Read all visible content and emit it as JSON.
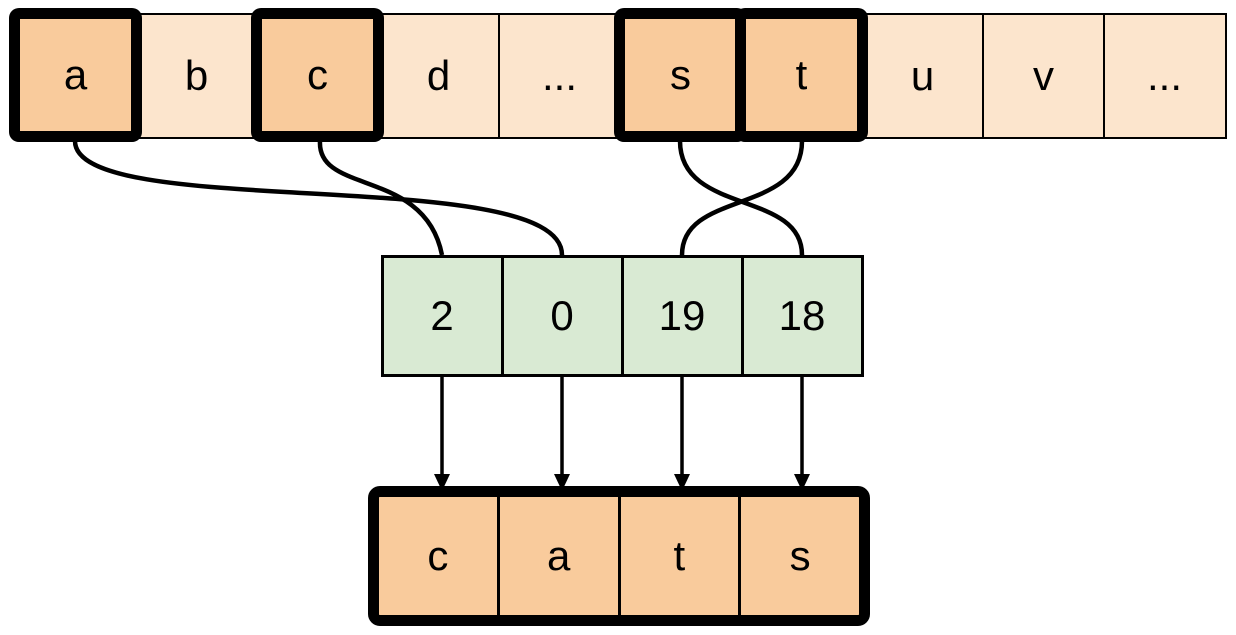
{
  "diagram": {
    "type": "string-indexing-illustration",
    "word": "cats"
  },
  "colors": {
    "background": "#ffffff",
    "alphabet_cell_fill": "#fce5cd",
    "highlight_cell_fill": "#f9cb9c",
    "index_cell_fill": "#d9ead3",
    "output_cell_fill": "#f9cb9c",
    "border": "#000000"
  },
  "alphabet_row": {
    "cells": [
      {
        "label": "a",
        "highlighted": true
      },
      {
        "label": "b",
        "highlighted": false
      },
      {
        "label": "c",
        "highlighted": true
      },
      {
        "label": "d",
        "highlighted": false
      },
      {
        "label": "...",
        "highlighted": false
      },
      {
        "label": "s",
        "highlighted": true
      },
      {
        "label": "t",
        "highlighted": true
      },
      {
        "label": "u",
        "highlighted": false
      },
      {
        "label": "v",
        "highlighted": false
      },
      {
        "label": "...",
        "highlighted": false
      }
    ]
  },
  "index_row": {
    "cells": [
      {
        "label": "2"
      },
      {
        "label": "0"
      },
      {
        "label": "19"
      },
      {
        "label": "18"
      }
    ]
  },
  "output_row": {
    "cells": [
      {
        "label": "c"
      },
      {
        "label": "a"
      },
      {
        "label": "t"
      },
      {
        "label": "s"
      }
    ]
  },
  "connections": {
    "letter_to_index": [
      {
        "from": "a",
        "to": "0"
      },
      {
        "from": "c",
        "to": "2"
      },
      {
        "from": "s",
        "to": "18"
      },
      {
        "from": "t",
        "to": "19"
      }
    ],
    "index_to_output": [
      {
        "from": "2",
        "to": "c"
      },
      {
        "from": "0",
        "to": "a"
      },
      {
        "from": "19",
        "to": "t"
      },
      {
        "from": "18",
        "to": "s"
      }
    ]
  }
}
